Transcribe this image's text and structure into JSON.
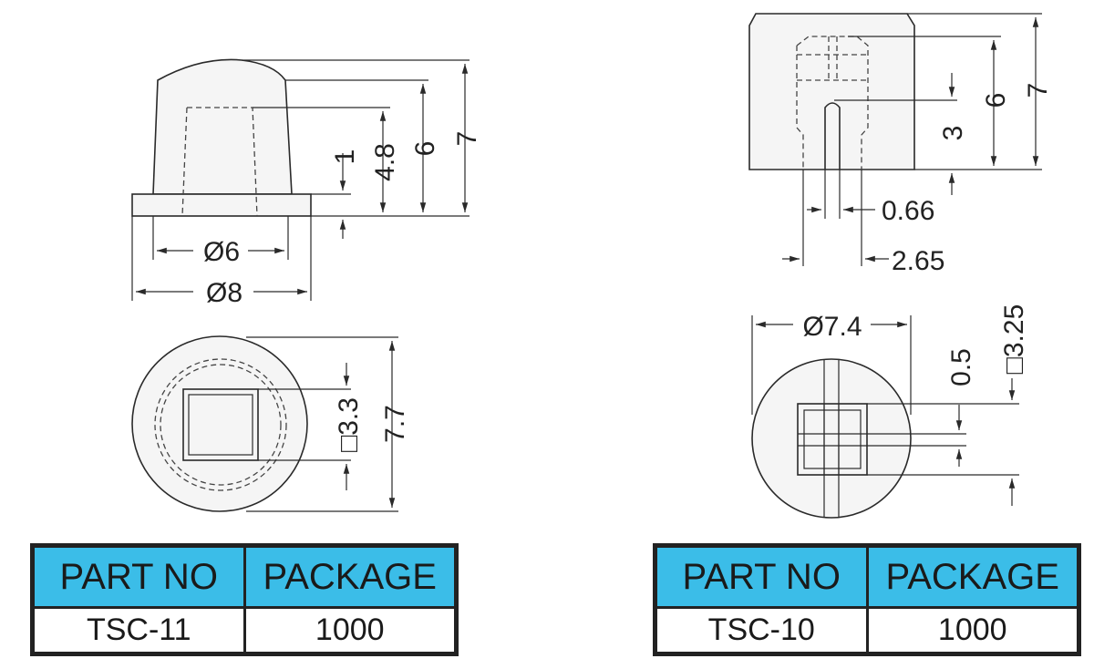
{
  "left_part": {
    "side_view_dims": {
      "d1": "1",
      "d2": "4.8",
      "d3": "6",
      "d4": "7",
      "d5": "Ø6",
      "d6": "Ø8"
    },
    "bottom_view_dims": {
      "d1": "□3.3",
      "d2": "7.7"
    },
    "table": {
      "header_part": "PART NO",
      "header_package": "PACKAGE",
      "part_no": "TSC-11",
      "package": "1000"
    }
  },
  "right_part": {
    "side_view_dims": {
      "d1": "3",
      "d2": "6",
      "d3": "7",
      "d4": "0.66",
      "d5": "2.65"
    },
    "bottom_view_dims": {
      "d1": "Ø7.4",
      "d2": "0.5",
      "d3": "□3.25"
    },
    "table": {
      "header_part": "PART NO",
      "header_package": "PACKAGE",
      "part_no": "TSC-10",
      "package": "1000"
    }
  },
  "colors": {
    "table_header": "#3bbde8",
    "line": "#2a2a2a"
  }
}
